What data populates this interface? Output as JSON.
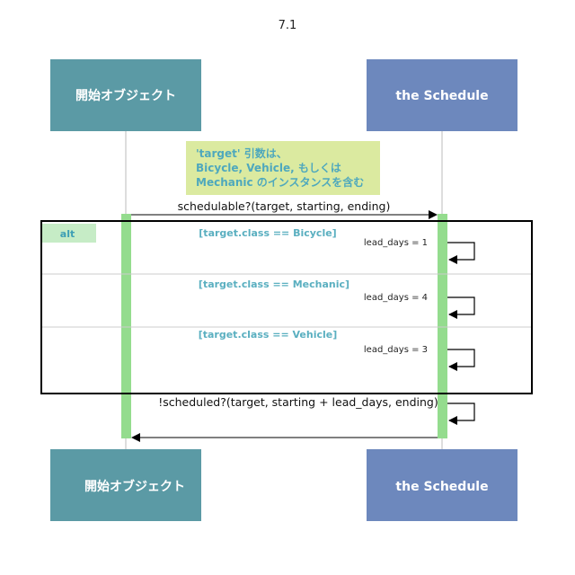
{
  "diagram": {
    "title": "7.1",
    "actors": {
      "left": {
        "label": "開始オブジェクト",
        "color": "#5b9aa5"
      },
      "right": {
        "label": "the Schedule",
        "color": "#6d88bd"
      }
    },
    "note": {
      "lines": [
        "'target' 引数は、",
        "Bicycle, Vehicle, もしくは",
        "Mechanic のインスタンスを含む"
      ],
      "color": "#dbeaa0"
    },
    "messages": {
      "call": "schedulable?(target, starting, ending)",
      "check": "!scheduled?(target, starting + lead_days, ending)"
    },
    "alt_frame": {
      "label": "alt",
      "label_bg": "#c6ecc6",
      "sections": [
        {
          "guard": "[target.class == Bicycle]",
          "action": "lead_days = 1"
        },
        {
          "guard": "[target.class == Mechanic]",
          "action": "lead_days = 4"
        },
        {
          "guard": "[target.class == Vehicle]",
          "action": "lead_days = 3"
        }
      ]
    },
    "activation_color": "#94dc8e"
  }
}
